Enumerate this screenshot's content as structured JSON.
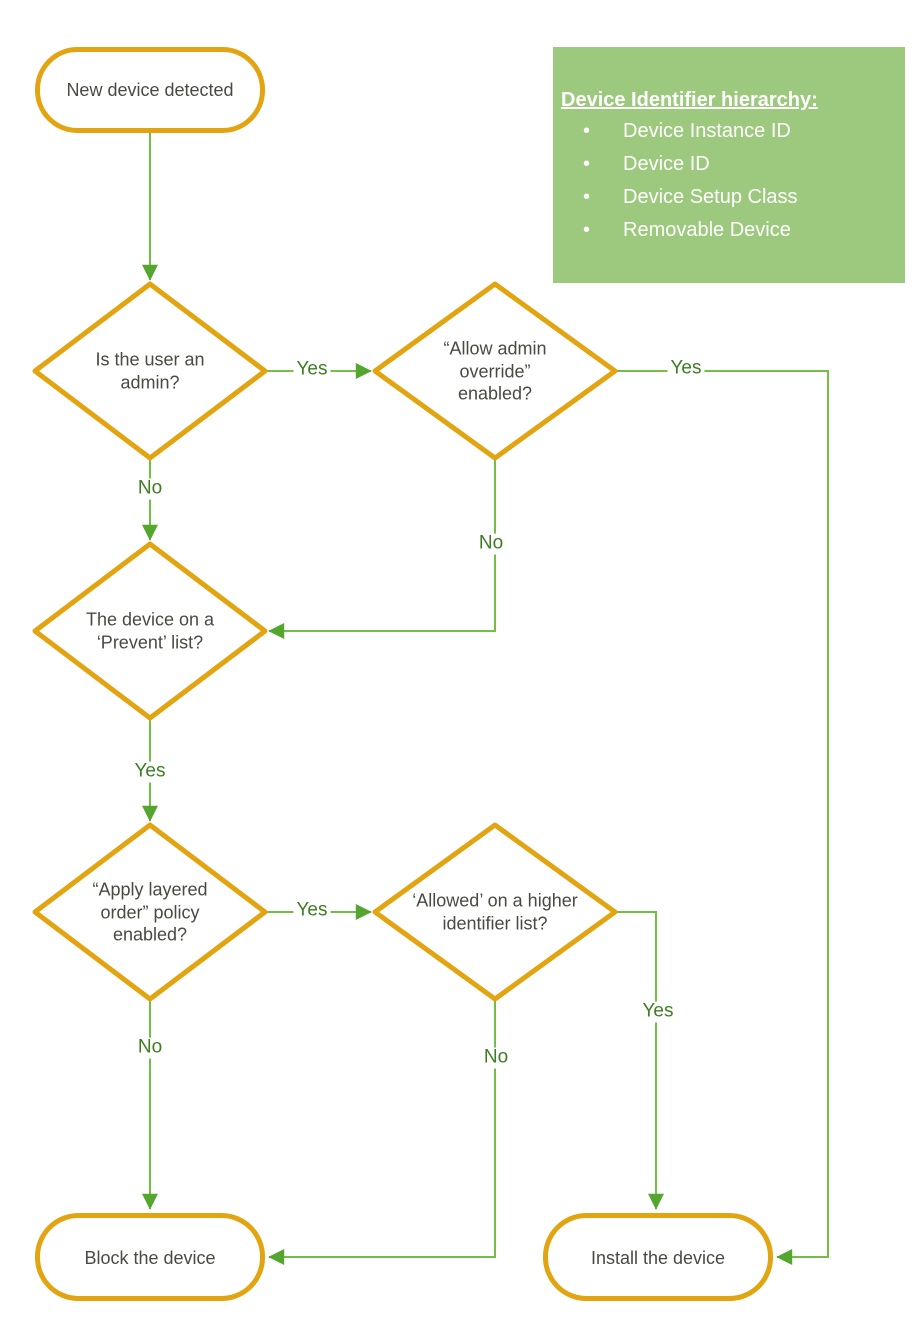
{
  "palette": {
    "background": "#FFFFFF",
    "shape_border": "#E2A410",
    "shape_text": "#4A4A42",
    "connector": "#74BE45",
    "arrowhead": "#55A62F",
    "edge_label": "#3E7D23",
    "legend_bg": "#9CC97E",
    "legend_text": "#FFFFFF"
  },
  "nodes": {
    "start": "New device detected",
    "admin": "Is the user an admin?",
    "override": "“Allow admin override” enabled?",
    "prevent": "The device on a ‘Prevent’ list?",
    "layered": "“Apply layered order” policy enabled?",
    "allowed": "‘Allowed’ on a higher identifier list?",
    "block": "Block the device",
    "install": "Install the device"
  },
  "edges": {
    "admin_yes": "Yes",
    "admin_no": "No",
    "override_yes": "Yes",
    "override_no": "No",
    "prevent_yes": "Yes",
    "layered_yes": "Yes",
    "layered_no": "No",
    "allowed_yes": "Yes",
    "allowed_no": "No"
  },
  "legend": {
    "title": "Device Identifier hierarchy:",
    "items": [
      "Device Instance ID",
      "Device ID",
      "Device Setup Class",
      "Removable Device"
    ]
  }
}
